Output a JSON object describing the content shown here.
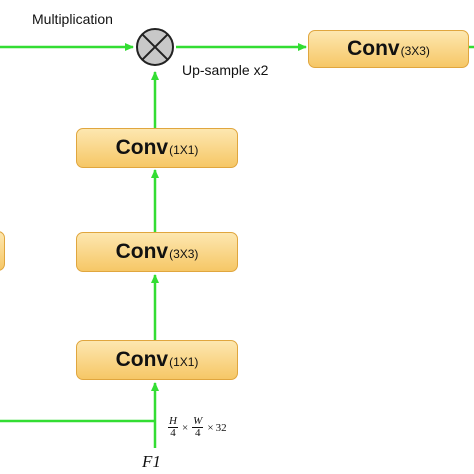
{
  "labels": {
    "multiplication": "Multiplication",
    "upsample": "Up-sample x2",
    "feature": "F1"
  },
  "operator_symbol": "⊗",
  "boxes": {
    "conv_top_right": {
      "main": "Conv",
      "sub": "(3X3)"
    },
    "conv_upper": {
      "main": "Conv",
      "sub": "(1X1)"
    },
    "conv_middle": {
      "main": "Conv",
      "sub": "(3X3)"
    },
    "conv_lower": {
      "main": "Conv",
      "sub": "(1X1)"
    }
  },
  "dimensions": {
    "h_num": "H",
    "h_den": "4",
    "w_num": "W",
    "w_den": "4",
    "times": "×",
    "channels": "32"
  },
  "colors": {
    "arrow": "#33dd33",
    "box_fill_top": "#fde7b0",
    "box_fill_bottom": "#f6c766",
    "box_border": "#e0a63e",
    "operator_fill": "#c8c8c8"
  }
}
